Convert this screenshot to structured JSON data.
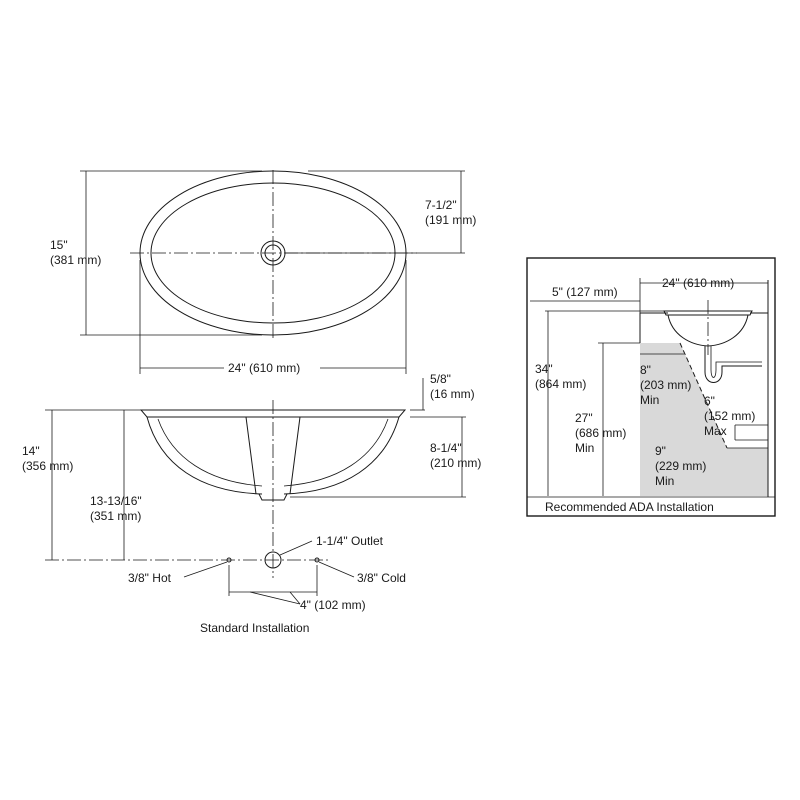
{
  "colors": {
    "ink": "#1a1a1a",
    "background": "#ffffff",
    "ada_zone": "#d9d9d9"
  },
  "top_view": {
    "width_label": "24\" (610 mm)",
    "depth_label_in": "15\"",
    "depth_label_mm": "(381 mm)",
    "drain_offset_in": "7-1/2\"",
    "drain_offset_mm": "(191 mm)"
  },
  "section_view": {
    "rim_label_in": "5/8\"",
    "rim_label_mm": "(16 mm)",
    "bowl_depth_in": "8-1/4\"",
    "bowl_depth_mm": "(210 mm)",
    "overall_height_in": "14\"",
    "overall_height_mm": "(356 mm)",
    "outlet_height_in": "13-13/16\"",
    "outlet_height_mm": "(351 mm)",
    "outlet_label": "1-1/4\" Outlet",
    "hot_label": "3/8\" Hot",
    "cold_label": "3/8\" Cold",
    "supply_spacing": "4\" (102 mm)",
    "caption": "Standard Installation"
  },
  "ada_view": {
    "width_label": "24\" (610 mm)",
    "setback_label": "5\" (127 mm)",
    "rim_height_in": "34\"",
    "rim_height_mm": "(864 mm)",
    "knee_height_in": "27\"",
    "knee_height_mm": "(686 mm)",
    "knee_height_min": "Min",
    "knee_depth_in": "8\"",
    "knee_depth_mm": "(203 mm)",
    "knee_depth_min": "Min",
    "trap_in": "6\"",
    "trap_mm": "(152 mm)",
    "trap_max": "Max",
    "toe_in": "9\"",
    "toe_mm": "(229 mm)",
    "toe_min": "Min",
    "caption": "Recommended ADA Installation"
  }
}
